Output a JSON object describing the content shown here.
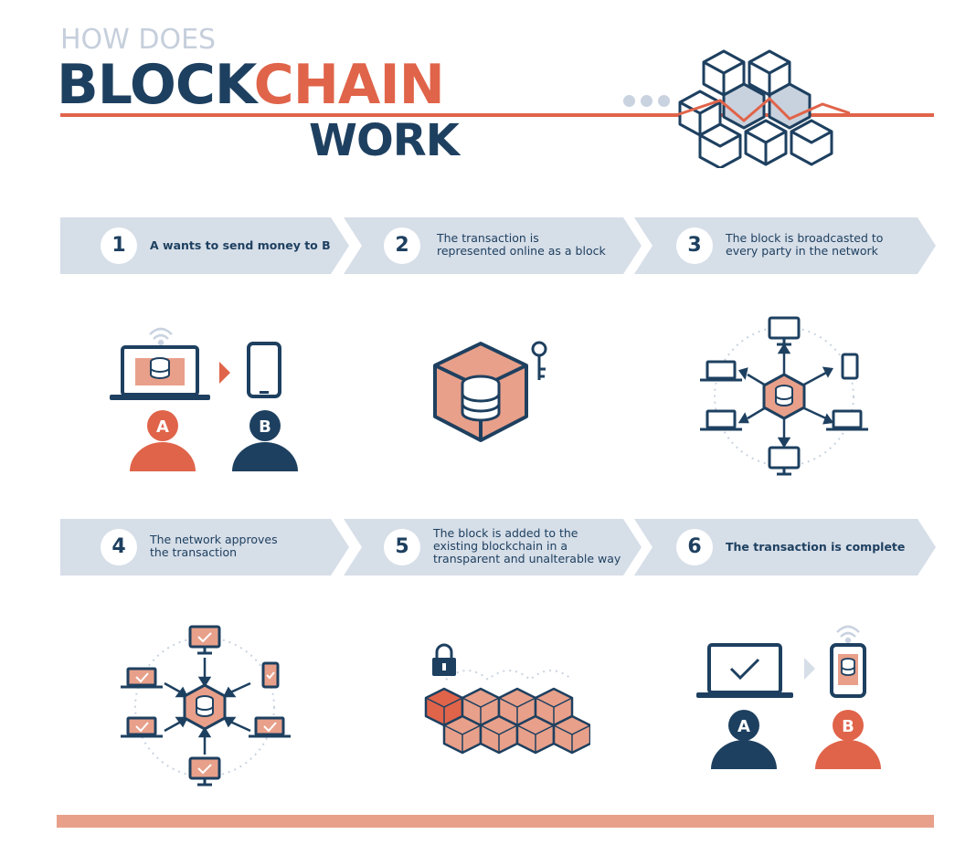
{
  "header": {
    "line1": "HOW DOES",
    "block": "BLOCK",
    "chain": "CHAIN",
    "work": "WORK"
  },
  "colors": {
    "navy": "#1e4060",
    "orange": "#e0644a",
    "salmon": "#e8a08a",
    "band": "#d6dee8",
    "dotgray": "#c9d3e0"
  },
  "steps": [
    {
      "number": "1",
      "lines": [
        "A wants to send money to B"
      ],
      "bold": true
    },
    {
      "number": "2",
      "lines": [
        "The transaction is",
        "represented online as a block"
      ],
      "bold": false
    },
    {
      "number": "3",
      "lines": [
        "The block is broadcasted to",
        "every party in the network"
      ],
      "bold": false
    },
    {
      "number": "4",
      "lines": [
        "The network approves",
        "the transaction"
      ],
      "bold": false
    },
    {
      "number": "5",
      "lines": [
        "The block is added to the",
        "existing blockchain in a",
        "transparent and unalterable way"
      ],
      "bold": false
    },
    {
      "number": "6",
      "lines": [
        "The transaction is complete"
      ],
      "bold": true
    }
  ],
  "people": {
    "a": "A",
    "b": "B"
  },
  "icons": [
    "wifi-icon",
    "laptop-icon",
    "database-icon",
    "phone-icon",
    "key-icon",
    "lock-icon",
    "monitor-icon",
    "checkmark-icon",
    "arrow-icon",
    "cube-icon"
  ]
}
